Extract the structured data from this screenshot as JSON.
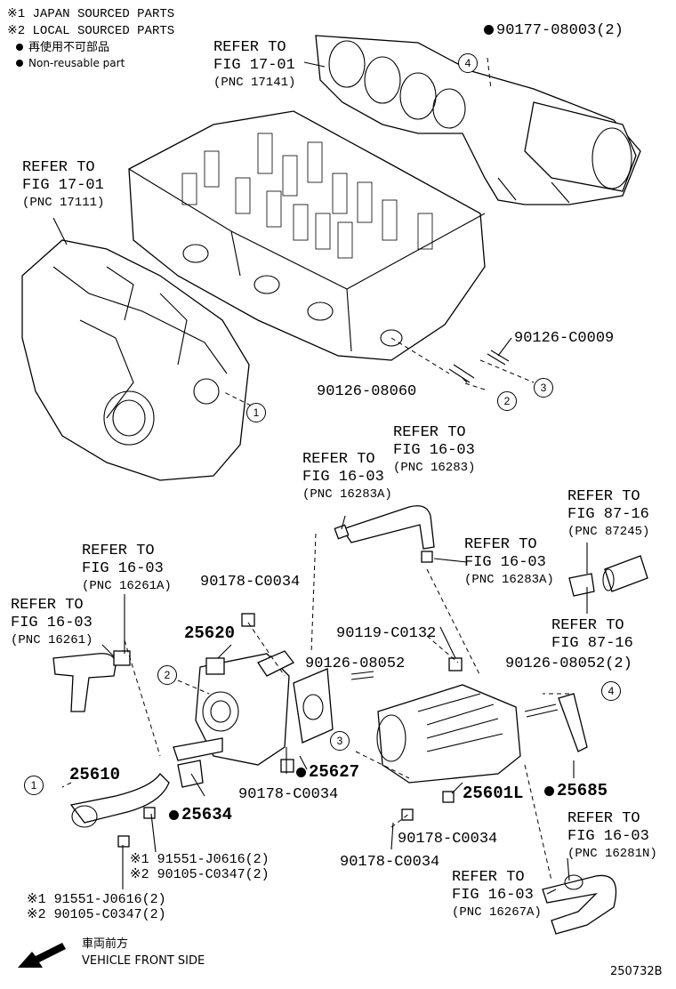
{
  "legend": {
    "note1": "※1 JAPAN SOURCED PARTS",
    "note2": "※2 LOCAL SOURCED PARTS",
    "nonreusable_jp": "再使用不可部品",
    "nonreusable_en": "Non-reusable part"
  },
  "refs": {
    "r1": {
      "l1": "REFER TO",
      "l2": "FIG 17-01",
      "l3": "(PNC 17141)"
    },
    "r2": {
      "l1": "REFER TO",
      "l2": "FIG 17-01",
      "l3": "(PNC 17111)"
    },
    "r3": {
      "l1": "REFER TO",
      "l2": "FIG 16-03",
      "l3": "(PNC 16283)"
    },
    "r4": {
      "l1": "REFER TO",
      "l2": "FIG 16-03",
      "l3": "(PNC 16283A)"
    },
    "r5": {
      "l1": "REFER TO",
      "l2": "FIG 87-16",
      "l3": "(PNC 87245)"
    },
    "r6": {
      "l1": "REFER TO",
      "l2": "FIG 16-03",
      "l3": "(PNC 16283A)"
    },
    "r7": {
      "l1": "REFER TO",
      "l2": "FIG 16-03",
      "l3": "(PNC 16261A)"
    },
    "r8": {
      "l1": "REFER TO",
      "l2": "FIG 16-03",
      "l3": "(PNC 16261)"
    },
    "r9": {
      "l1": "REFER TO",
      "l2": "FIG 87-16"
    },
    "r10": {
      "l1": "REFER TO",
      "l2": "FIG 16-03",
      "l3": "(PNC 16281N)"
    },
    "r11": {
      "l1": "REFER TO",
      "l2": "FIG 16-03",
      "l3": "(PNC 16267A)"
    }
  },
  "parts": {
    "p_90177": "90177-08003(2)",
    "p_90126_C0009": "90126-C0009",
    "p_90126_08060": "90126-08060",
    "p_90178_C0034_a": "90178-C0034",
    "p_25620": "25620",
    "p_90119_C0132": "90119-C0132",
    "p_90126_08052": "90126-08052",
    "p_90126_08052_2": "90126-08052(2)",
    "p_25627": "25627",
    "p_90178_C0034_b": "90178-C0034",
    "p_25601L": "25601L",
    "p_25685": "25685",
    "p_25610": "25610",
    "p_25634": "25634",
    "p_91551_a": "※1 91551-J0616(2)",
    "p_90105_a": "※2 90105-C0347(2)",
    "p_91551_b": "※1 91551-J0616(2)",
    "p_90105_b": "※2 90105-C0347(2)",
    "p_90178_C0034_c": "90178-C0034",
    "p_90178_C0034_d": "90178-C0034"
  },
  "callouts": {
    "c1": "1",
    "c2": "2",
    "c3": "3",
    "c4": "4"
  },
  "direction": {
    "jp": "車両前方",
    "en": "VEHICLE FRONT SIDE"
  },
  "figure_id": "250732B"
}
